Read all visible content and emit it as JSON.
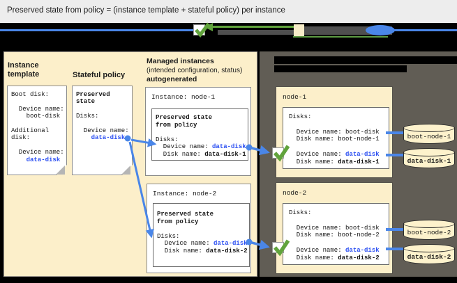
{
  "title": "Preserved state from policy = (instance template + stateful policy) per instance",
  "colors": {
    "accent_blue": "#4a86e8",
    "text_blue": "#2b4ff2",
    "green": "#61a33c",
    "cream": "#fcefca",
    "dark_panel": "#615d55"
  },
  "legend": {
    "icons": [
      "checkmark-icon",
      "green-arrow-left-icon",
      "template-swatch-icon",
      "disk-pill-icon",
      "blue-connector-line"
    ]
  },
  "instance_template": {
    "heading": "Instance template",
    "doc_pre": "Boot disk:\n\n  Device name:\n    boot-disk\n\nAdditional\ndisk:\n\n  Device name:\n    ",
    "doc_highlight": "data-disk"
  },
  "stateful_policy": {
    "heading": "Stateful policy",
    "doc_bold": "Preserved\nstate",
    "doc_mid": "\n\nDisks:\n\n  Device name:\n    ",
    "doc_highlight": "data-disk"
  },
  "managed": {
    "heading_line1": "Managed instances",
    "heading_line2": "(intended configuration, status)",
    "heading_line3": "autogenerated",
    "instances": [
      {
        "label": "Instance: node-1",
        "state_bold": "Preserved state\nfrom policy",
        "mid": "\n\nDisks:\n  Device name: ",
        "device": "data-disk",
        "mid2": "\n  Disk name: ",
        "disk": "data-disk-1"
      },
      {
        "label": "Instance: node-2",
        "state_bold": "Preserved state\nfrom policy",
        "mid": "\n\nDisks:\n  Device name: ",
        "device": "data-disk",
        "mid2": "\n  Disk name: ",
        "disk": "data-disk-2"
      }
    ]
  },
  "nodes": [
    {
      "label": "node-1",
      "pre": "Disks:\n\n  Device name: boot-disk\n  Disk name: boot-node-1\n\n  Device name: ",
      "device": "data-disk",
      "mid": "\n  Disk name: ",
      "disk": "data-disk-1",
      "boot_cylinder": "boot-node-1",
      "data_cylinder": "data-disk-1"
    },
    {
      "label": "node-2",
      "pre": "Disks:\n\n  Device name: boot-disk\n  Disk name: boot-node-2\n\n  Device name: ",
      "device": "data-disk",
      "mid": "\n  Disk name: ",
      "disk": "data-disk-2",
      "boot_cylinder": "boot-node-2",
      "data_cylinder": "data-disk-2"
    }
  ]
}
